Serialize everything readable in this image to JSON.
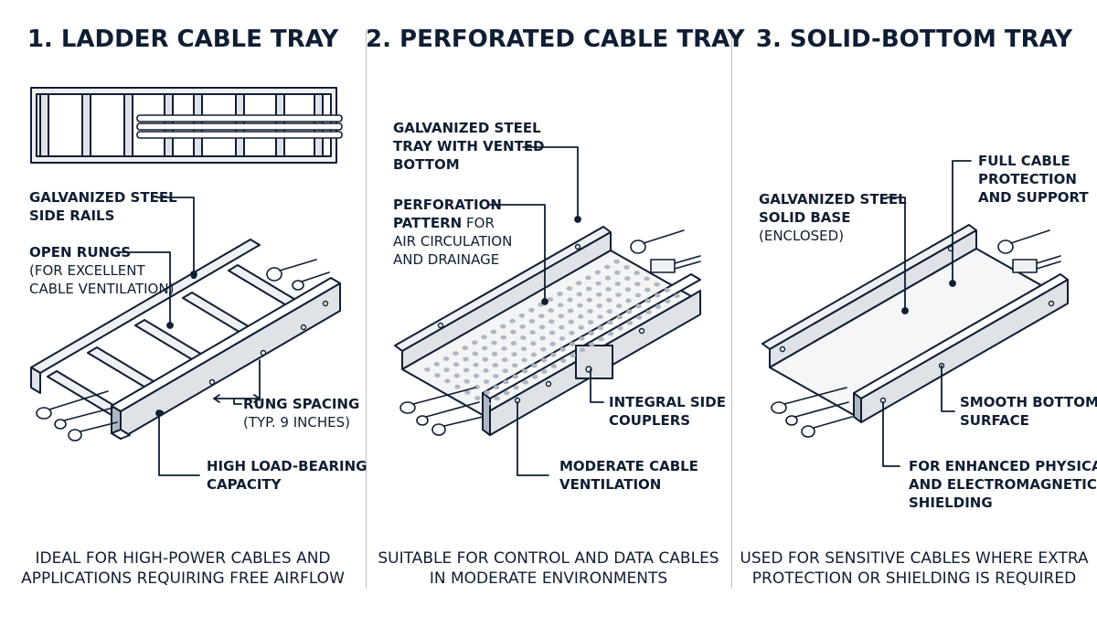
{
  "sections": [
    {
      "title": "1. LADDER CABLE TRAY",
      "labels": {
        "side_rails": [
          "GALVANIZED STEEL",
          "SIDE RAILS"
        ],
        "rungs_bold": "OPEN RUNGS",
        "rungs_note": [
          "(FOR EXCELLENT",
          "CABLE VENTILATION)"
        ],
        "spacing_bold": "RUNG SPACING",
        "spacing_note": "(TYP. 9 INCHES)",
        "load": [
          "HIGH LOAD-BEARING",
          "CAPACITY"
        ]
      },
      "footer": [
        "IDEAL FOR HIGH-POWER CABLES AND",
        "APPLICATIONS REQUIRING FREE AIRFLOW"
      ]
    },
    {
      "title": "2. PERFORATED CABLE TRAY",
      "labels": {
        "tray": [
          "GALVANIZED STEEL",
          "TRAY WITH VENTED",
          "BOTTOM"
        ],
        "perf_bold": [
          "PERFORATION",
          "PATTERN"
        ],
        "perf_for": "FOR",
        "perf_note": [
          "AIR CIRCULATION",
          "AND DRAINAGE"
        ],
        "couplers": [
          "INTEGRAL SIDE",
          "COUPLERS"
        ],
        "ventilation": [
          "MODERATE CABLE",
          "VENTILATION"
        ]
      },
      "footer": [
        "SUITABLE FOR CONTROL AND DATA CABLES",
        "IN MODERATE ENVIRONMENTS"
      ]
    },
    {
      "title": "3. SOLID-BOTTOM TRAY",
      "labels": {
        "protection": [
          "FULL CABLE",
          "PROTECTION",
          "AND SUPPORT"
        ],
        "base": [
          "GALVANIZED STEEL",
          "SOLID BASE"
        ],
        "base_note": "(ENCLOSED)",
        "smooth": [
          "SMOOTH BOTTOM",
          "SURFACE"
        ],
        "shielding": [
          "FOR ENHANCED PHYSICAL",
          "AND ELECTROMAGNETIC",
          "SHIELDING"
        ]
      },
      "footer": [
        "USED FOR SENSITIVE CABLES WHERE EXTRA",
        "PROTECTION OR SHIELDING IS REQUIRED"
      ]
    }
  ],
  "colors": {
    "ink": "#0f1e33",
    "metal": "#dfe3e8",
    "metal_dark": "#aeb6c0",
    "divider": "#b9bec6"
  }
}
